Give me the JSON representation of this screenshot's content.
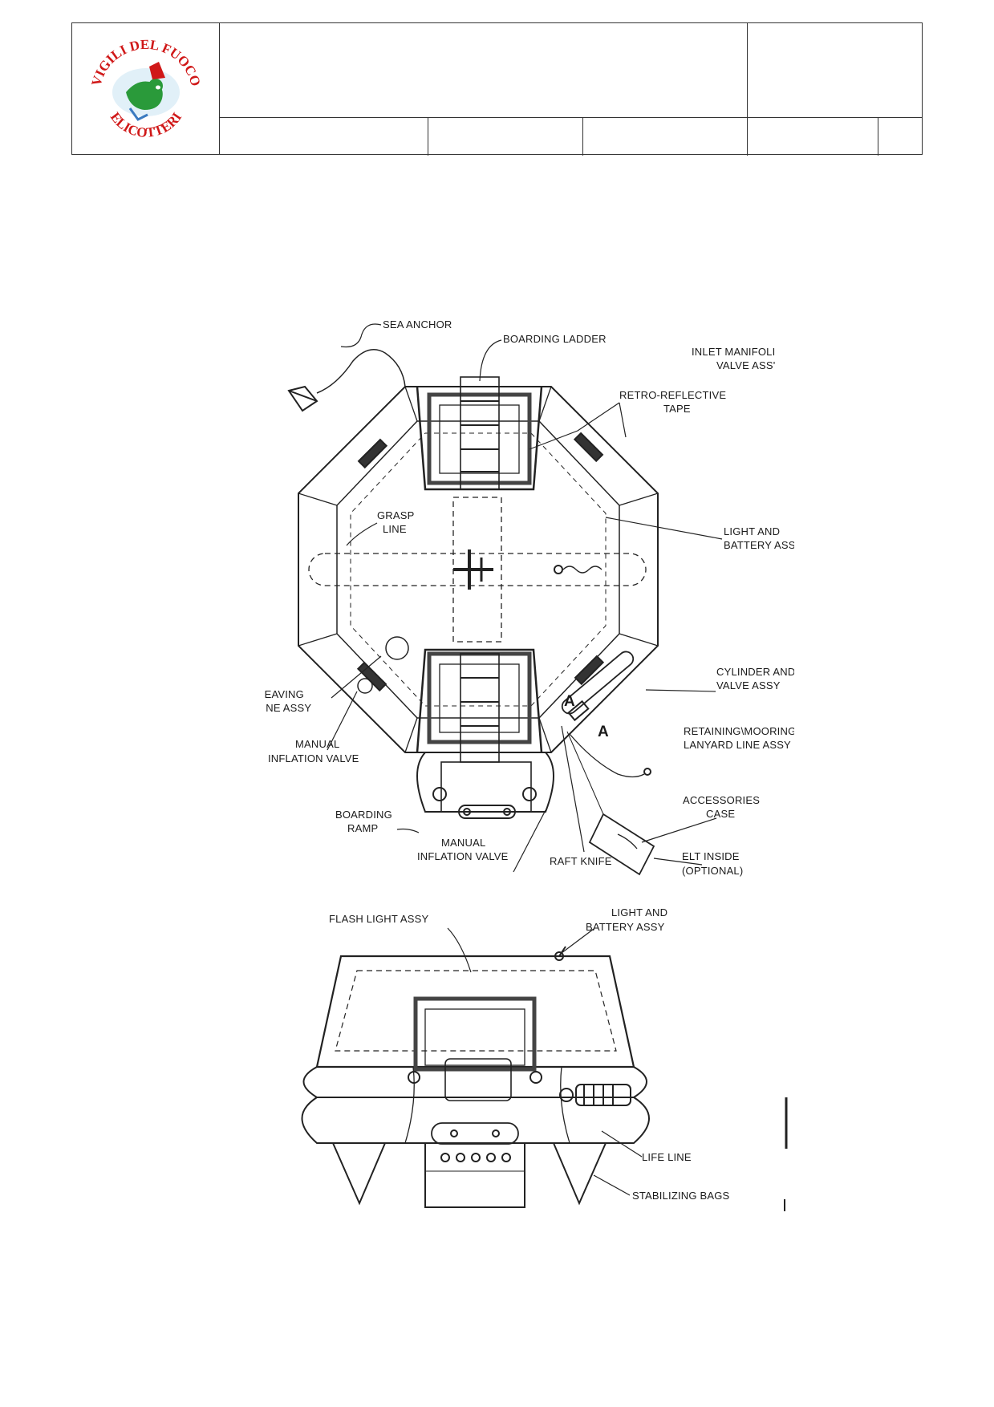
{
  "logo": {
    "text_top": "VIGILI DEL FUOCO",
    "text_bottom": "ELICOTTERI",
    "accent_red": "#d01818",
    "accent_green": "#2a9a3a"
  },
  "labels": {
    "sea_anchor": "SEA ANCHOR",
    "boarding_ladder": "BOARDING LADDER",
    "inlet_manifold_1": "INLET MANIFOLI",
    "inlet_manifold_2": "VALVE ASS'",
    "retro_1": "RETRO-REFLECTIVE",
    "retro_2": "TAPE",
    "grasp_1": "GRASP",
    "grasp_2": "LINE",
    "light_battery_1": "LIGHT AND",
    "light_battery_2": "BATTERY ASSY.",
    "cylinder_1": "CYLINDER AND",
    "cylinder_2": "VALVE ASSY",
    "heaving_1": "HEAVING",
    "heaving_2": "LINE ASSY",
    "marker_a1": "A",
    "marker_a2": "A",
    "retaining_1": "RETAINING\\MOORING",
    "retaining_2": "LANYARD LINE ASSY",
    "manual_inflation_left_1": "MANUAL",
    "manual_inflation_left_2": "INFLATION VALVE",
    "accessories_1": "ACCESSORIES",
    "accessories_2": "CASE",
    "boarding_ramp_1": "BOARDING",
    "boarding_ramp_2": "RAMP",
    "manual_inflation_bottom_1": "MANUAL",
    "manual_inflation_bottom_2": "INFLATION VALVE",
    "raft_knife": "RAFT KNIFE",
    "elt_1": "ELT INSIDE",
    "elt_2": "(OPTIONAL)",
    "flash_light": "FLASH LIGHT ASSY",
    "side_light_1": "LIGHT AND",
    "side_light_2": "BATTERY ASSY",
    "life_line": "LIFE LINE",
    "stabilizing_bags": "STABILIZING BAGS"
  }
}
